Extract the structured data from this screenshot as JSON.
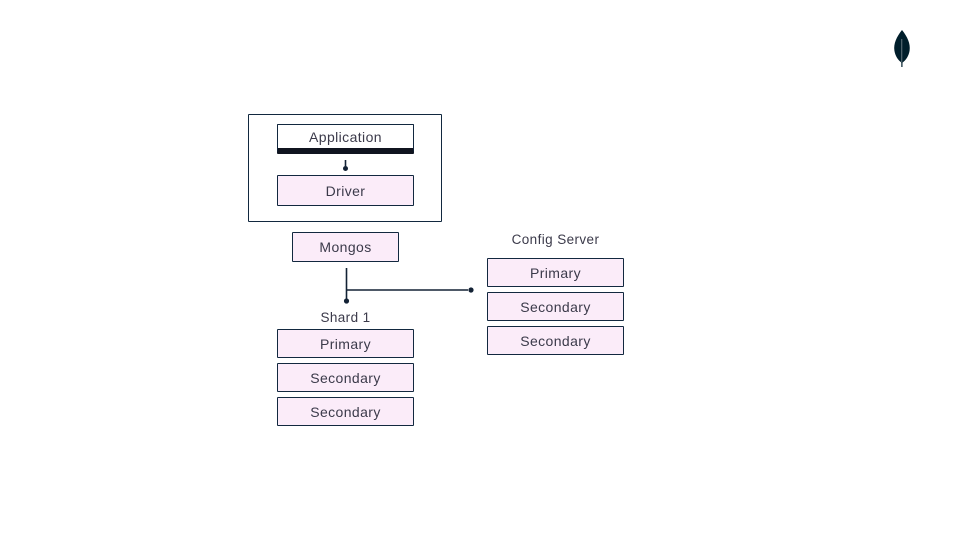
{
  "colors": {
    "background": "#ffffff",
    "node_fill": "#fbecf9",
    "node_border": "#12283f",
    "group_border": "#12283f",
    "text": "#3b3a4a",
    "connector": "#132235",
    "app_underline": "#10141f",
    "logo": "#001e2b"
  },
  "logo": {
    "name": "mongodb-leaf"
  },
  "diagram": {
    "client_group": {
      "application_label": "Application",
      "driver_label": "Driver"
    },
    "router_label": "Mongos",
    "config_server": {
      "title": "Config Server",
      "nodes": [
        "Primary",
        "Secondary",
        "Secondary"
      ]
    },
    "shard": {
      "title": "Shard 1",
      "nodes": [
        "Primary",
        "Secondary",
        "Secondary"
      ]
    }
  }
}
